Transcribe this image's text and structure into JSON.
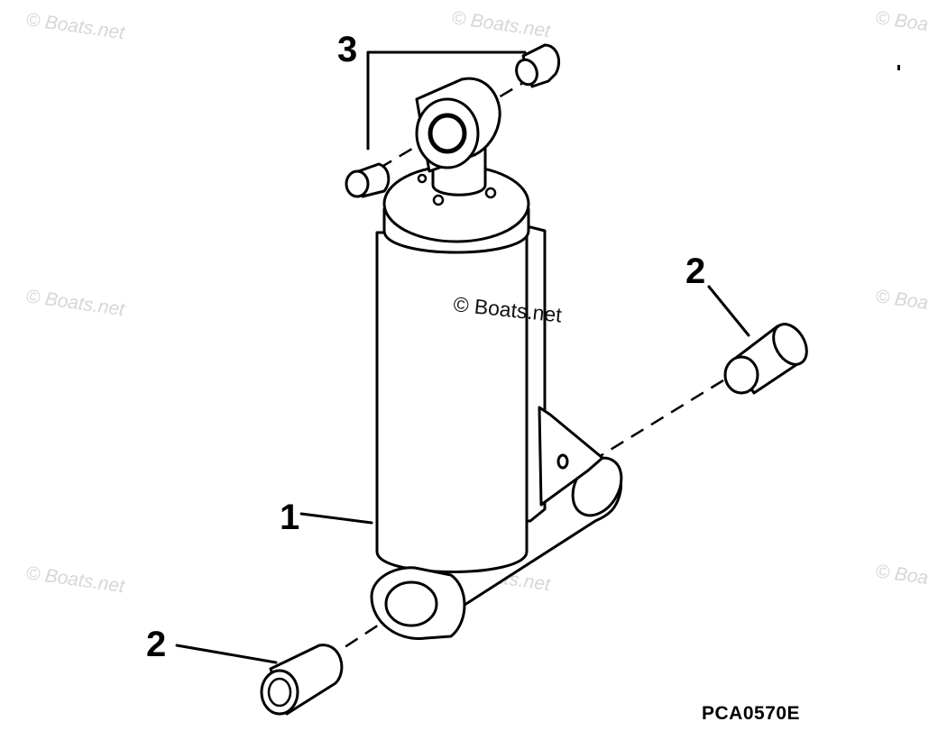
{
  "diagram": {
    "callouts": [
      {
        "id": "callout-1",
        "label": "1"
      },
      {
        "id": "callout-2-right",
        "label": "2"
      },
      {
        "id": "callout-2-left",
        "label": "2"
      },
      {
        "id": "callout-3",
        "label": "3"
      }
    ],
    "drawing_code": "PCA0570E",
    "watermark_center": "© Boats.net",
    "watermark_repeat": "© Boats.net",
    "watermark_partial": "© Boa"
  }
}
